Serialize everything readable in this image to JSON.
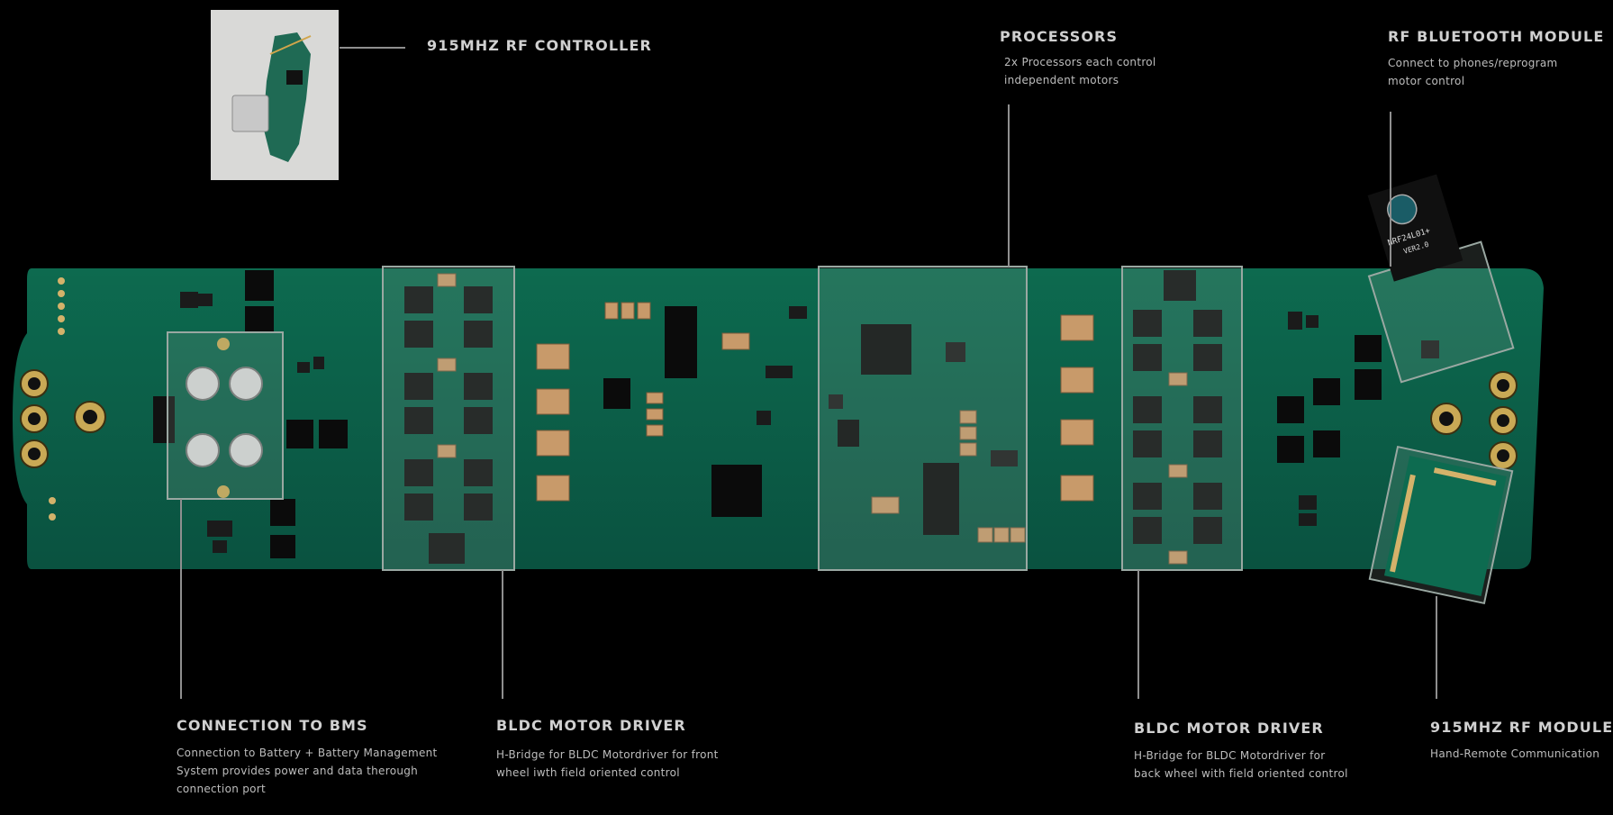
{
  "callouts": {
    "rf_controller": {
      "title": "915MHZ RF CONTROLLER"
    },
    "processors": {
      "title": "PROCESSORS",
      "desc": [
        "2x Processors each control",
        "independent motors"
      ]
    },
    "rf_bluetooth": {
      "title": "RF BLUETOOTH MODULE",
      "desc": [
        "Connect to phones/reprogram",
        "motor control"
      ]
    },
    "bms": {
      "title": "CONNECTION TO BMS",
      "desc": [
        "Connection to Battery + Battery Management",
        "System provides power and data therough",
        "connection port"
      ]
    },
    "motor_driver_front": {
      "title": "BLDC MOTOR DRIVER",
      "desc": [
        "H-Bridge for BLDC Motordriver for front",
        "wheel iwth field oriented control"
      ]
    },
    "motor_driver_back": {
      "title": "BLDC MOTOR DRIVER",
      "desc": [
        "H-Bridge for BLDC Motordriver for",
        "back wheel with field oriented control"
      ]
    },
    "rf_module": {
      "title": "915MHZ RF MODULE",
      "desc": [
        "Hand-Remote Communication"
      ]
    }
  },
  "chip_markings": {
    "bluetooth_chip": "NRF24L01+",
    "bluetooth_chip_sub": "VER2.0"
  },
  "colors": {
    "background": "#000000",
    "pcb": "#0b5a43",
    "pcb_dark": "#084634",
    "highlight_box": "#9aa8a2",
    "leader_line": "#8f8f8f"
  }
}
